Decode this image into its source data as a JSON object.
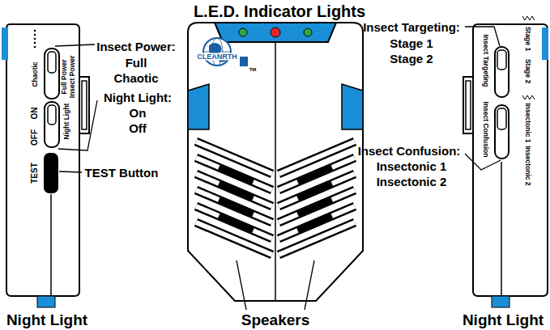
{
  "diagram": {
    "labels": [
      "L.E.D. Indicator Lights",
      "Insect Power:",
      "Full",
      "Chaotic",
      "Night Light:",
      "On",
      "Off",
      "TEST Button",
      "Night Light",
      "Speakers",
      "Night Light",
      "Insect Targeting:",
      "Stage 1",
      "Stage 2",
      "Insect Confusion:",
      "Insectonic 1",
      "Insectonic 2",
      "Full Power",
      "Insect Power",
      "Chaotic",
      "ON",
      "OFF",
      "Night Light",
      "TEST",
      "CLEANRTH",
      "TM",
      "Stage 1",
      "Stage 2",
      "Insect Targeting",
      "Insectonic 1",
      "Insectonic 2",
      "Insect Confusion"
    ]
  }
}
